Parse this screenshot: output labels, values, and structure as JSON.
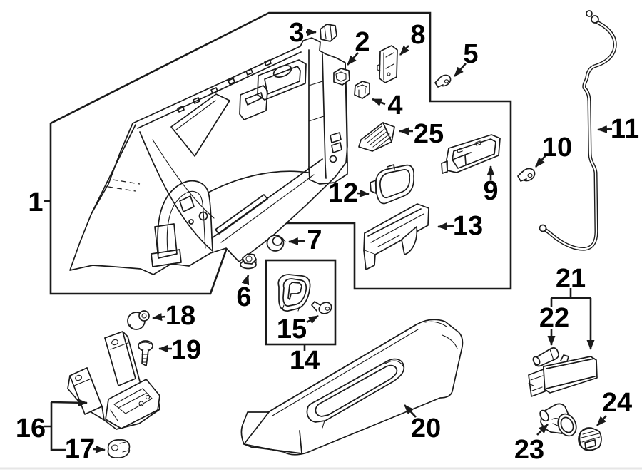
{
  "diagram": {
    "background": "#ffffff",
    "line_color": "#1a1a1a",
    "label_color": "#000000",
    "labels": [
      {
        "num": "1"
      },
      {
        "num": "2"
      },
      {
        "num": "3"
      },
      {
        "num": "4"
      },
      {
        "num": "5"
      },
      {
        "num": "6"
      },
      {
        "num": "7"
      },
      {
        "num": "8"
      },
      {
        "num": "9"
      },
      {
        "num": "10"
      },
      {
        "num": "11"
      },
      {
        "num": "12"
      },
      {
        "num": "13"
      },
      {
        "num": "14"
      },
      {
        "num": "15"
      },
      {
        "num": "16"
      },
      {
        "num": "17"
      },
      {
        "num": "18"
      },
      {
        "num": "19"
      },
      {
        "num": "20"
      },
      {
        "num": "21"
      },
      {
        "num": "22"
      },
      {
        "num": "23"
      },
      {
        "num": "24"
      },
      {
        "num": "25"
      }
    ]
  }
}
